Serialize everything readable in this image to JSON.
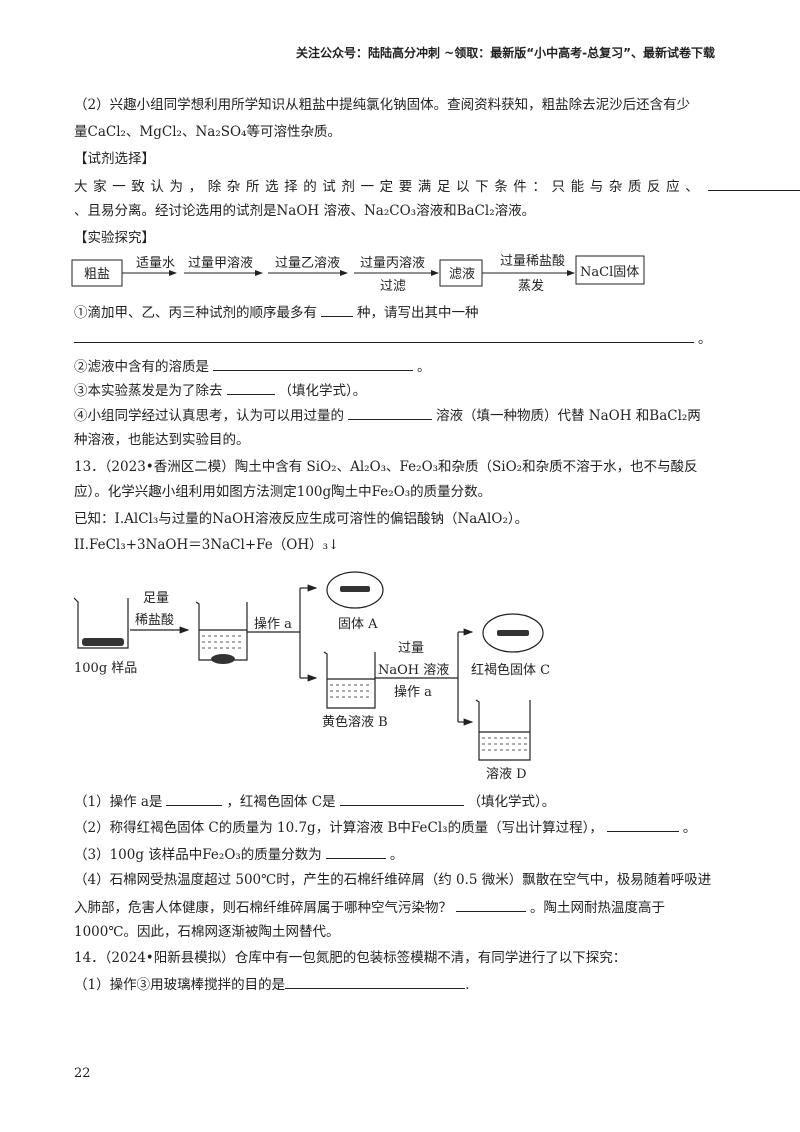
{
  "header": "关注公众号：陆陆高分冲刺  ~领取：最新版“小中高考-总复习”、最新试卷下载",
  "q12": {
    "intro1": "（2）兴趣小组同学想利用所学知识从粗盐中提纯氯化钠固体。查阅资料获知，粗盐除去泥沙后还含有少",
    "intro2": "量CaCl₂、MgCl₂、Na₂SO₄等可溶性杂质。",
    "sec1": "【试剂选择】",
    "reagent1": "大家一致认为，除杂所选择的试剂一定要满足以下条件：只能与杂质反应、",
    "reagent2": "、且易分离。经讨论选用的试剂是NaOH 溶液、Na₂CO₃溶液和BaCl₂溶液。",
    "sec2": "【实验探究】",
    "flow": {
      "start": "粗盐",
      "s1": "适量水",
      "s2": "过量甲溶液",
      "s3": "过量乙溶液",
      "s4": "过量丙溶液",
      "s4b": "过滤",
      "mid": "滤液",
      "s5": "过量稀盐酸",
      "s5b": "蒸发",
      "end": "NaCl固体"
    },
    "p1a": "①滴加甲、乙、丙三种试剂的顺序最多有",
    "p1b": "种，请写出其中一种",
    "p1end": "。",
    "p2a": "②滤液中含有的溶质是",
    "p2end": "。",
    "p3a": "③本实验蒸发是为了除去",
    "p3b": "（填化学式）。",
    "p4a": "④小组同学经过认真思考，认为可以用过量的",
    "p4b": "溶液（填一种物质）代替 NaOH 和BaCl₂两",
    "p4c": "种溶液，也能达到实验目的。"
  },
  "q13": {
    "l1": "13．（2023•香洲区二模）陶土中含有 SiO₂、Al₂O₃、Fe₂O₃和杂质（SiO₂和杂质不溶于水，也不与酸反",
    "l2": "应）。化学兴趣小组利用如图方法测定100g陶土中Fe₂O₃的质量分数。",
    "l3": "已知：Ⅰ.AlCl₃与过量的NaOH溶液反应生成可溶性的偏铝酸钠（NaAlO₂）。",
    "l4": "II.FeCl₃+3NaOH＝3NaCl+Fe（OH）₃↓",
    "diagram": {
      "sample": "100g 样品",
      "acid1": "足量",
      "acid2": "稀盐酸",
      "op1": "操作 a",
      "solidA": "固体 A",
      "solB": "黄色溶液 B",
      "naoh1": "过量",
      "naoh2": "NaOH 溶液",
      "op2": "操作 a",
      "solidC": "红褐色固体 C",
      "solD": "溶液 D"
    },
    "a1a": "（1）操作 a是",
    "a1b": "，红褐色固体 C是",
    "a1c": "（填化学式）。",
    "a2a": "（2）称得红褐色固体 C的质量为 10.7g，计算溶液 B中FeCl₃的质量（写出计算过程），",
    "a2end": "。",
    "a3a": "（3）100g 该样品中Fe₂O₃的质量分数为",
    "a3end": "。",
    "a4a": "（4）石棉网受热温度超过 500℃时，产生的石棉纤维碎屑（约 0.5 微米）飘散在空气中，极易随着呼吸进",
    "a4b": "入肺部，危害人体健康，则石棉纤维碎屑属于哪种空气污染物？",
    "a4c": "。陶土网耐热温度高于",
    "a4d": "1000℃。因此，石棉网逐渐被陶土网替代。"
  },
  "q14": {
    "l1": "14．（2024•阳新县模拟）仓库中有一包氮肥的包装标签模糊不清，有同学进行了以下探究：",
    "l2a": "（1）操作③用玻璃棒搅拌的目的是",
    "l2end": "."
  },
  "page_number": "22"
}
